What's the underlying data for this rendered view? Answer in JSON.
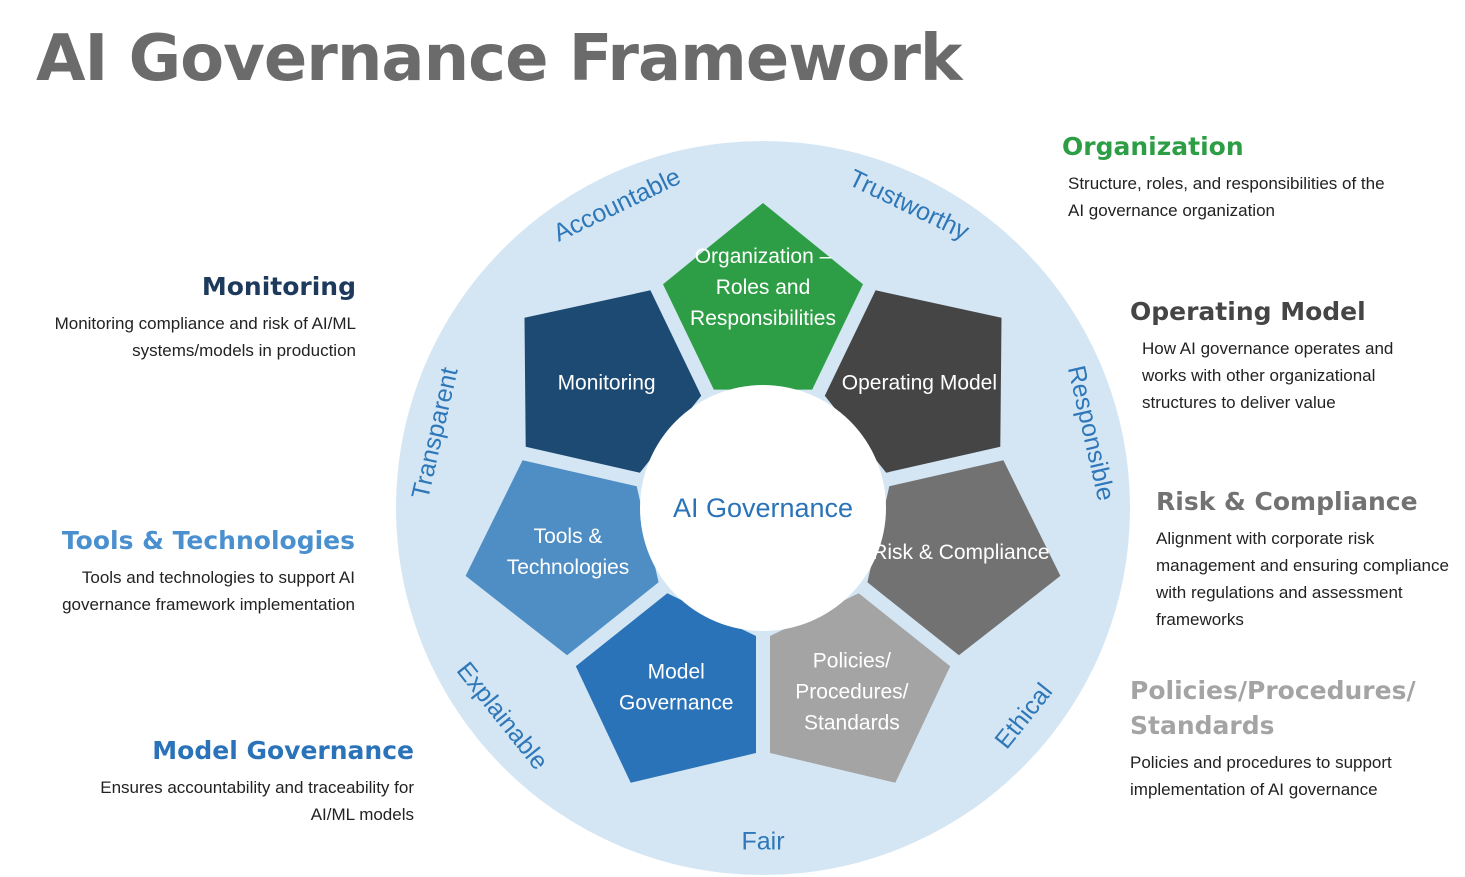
{
  "title": "AI Governance Framework",
  "center_label": "AI Governance",
  "colors": {
    "ring": "#d4e6f4",
    "organization": "#2e9e46",
    "operating_model": "#454545",
    "risk": "#727272",
    "policies": "#a4a4a4",
    "model_governance": "#2a73b8",
    "tools": "#4e8ec4",
    "monitoring": "#1d4a72",
    "ring_text": "#2e77b8"
  },
  "segments": [
    {
      "label": "Organization –\nRoles and\nResponsibilities"
    },
    {
      "label": "Operating Model"
    },
    {
      "label": "Risk & Compliance"
    },
    {
      "label": "Policies/\nProcedures/\nStandards"
    },
    {
      "label": "Model\nGovernance"
    },
    {
      "label": "Tools &\nTechnologies"
    },
    {
      "label": "Monitoring"
    }
  ],
  "principles": [
    "Accountable",
    "Trustworthy",
    "Responsible",
    "Ethical",
    "Fair",
    "Explainable",
    "Transparent"
  ],
  "descriptions": {
    "organization": {
      "heading": "Organization",
      "text": "Structure, roles, and responsibilities of the AI governance organization"
    },
    "operating_model": {
      "heading": "Operating Model",
      "text": "How AI governance operates and works with other organizational structures to deliver value"
    },
    "risk": {
      "heading": "Risk & Compliance",
      "text": "Alignment with corporate risk management and ensuring compliance with regulations and assessment frameworks"
    },
    "policies": {
      "heading": "Policies/Procedures/ Standards",
      "text": "Policies and procedures to support implementation of AI governance"
    },
    "monitoring": {
      "heading": "Monitoring",
      "text": "Monitoring compliance and risk of AI/ML systems/models in production"
    },
    "tools": {
      "heading": "Tools & Technologies",
      "text": "Tools and technologies to support AI governance framework implementation"
    },
    "model_governance": {
      "heading": "Model Governance",
      "text": "Ensures accountability and traceability for AI/ML models"
    }
  }
}
